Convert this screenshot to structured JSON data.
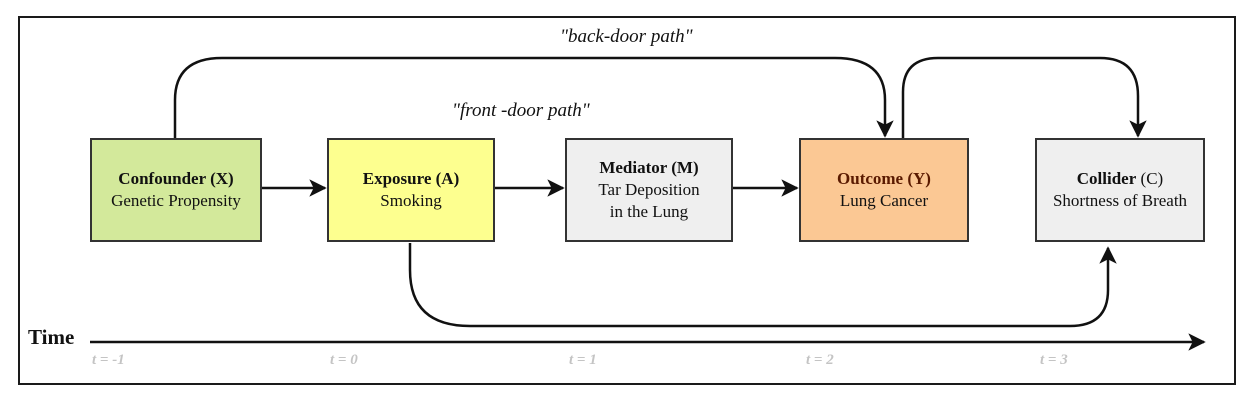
{
  "labels": {
    "back_door": "\"back-door path\"",
    "front_door": "\"front -door path\""
  },
  "nodes": {
    "confounder": {
      "title": "Confounder (X)",
      "line1": "Genetic Propensity",
      "fill": "#d3e99b"
    },
    "exposure": {
      "title": "Exposure (A)",
      "line1": "Smoking",
      "fill": "#fdff8f"
    },
    "mediator": {
      "title": "Mediator (M)",
      "line1": "Tar Deposition",
      "line2": "in the Lung",
      "fill": "#efefef"
    },
    "outcome": {
      "title": "Outcome (Y)",
      "line1": "Lung Cancer",
      "fill": "#fbc894",
      "title_color": "#5a1a00"
    },
    "collider": {
      "title": "Collider",
      "title_suffix": " (C)",
      "line1": "Shortness of Breath",
      "fill": "#efefef"
    }
  },
  "time_axis": {
    "title": "Time",
    "ticks": [
      "t = -1",
      "t = 0",
      "t = 1",
      "t = 2",
      "t = 3"
    ]
  }
}
